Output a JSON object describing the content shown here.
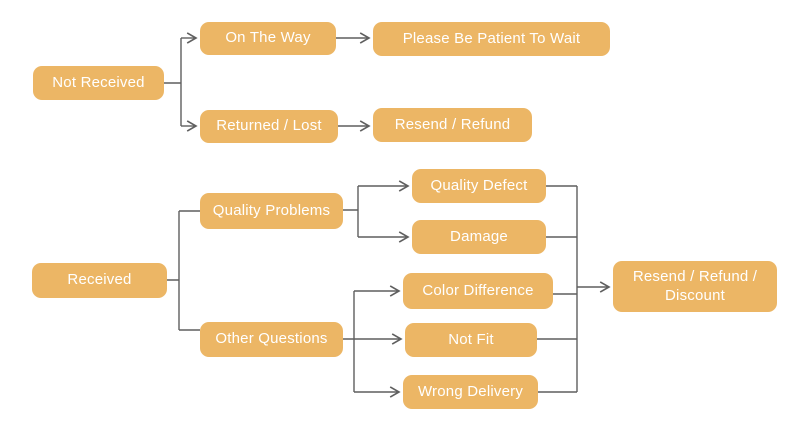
{
  "diagram": {
    "title": "After-sale / order issue resolution flowchart",
    "type": "flowchart",
    "colors": {
      "node_fill": "#ECB665",
      "node_text": "#FFFFFF",
      "line": "#5F5F5F",
      "background": "#FFFFFF"
    },
    "nodes": [
      {
        "id": "not-received",
        "label": "Not Received"
      },
      {
        "id": "on-the-way",
        "label": "On The Way"
      },
      {
        "id": "please-be-patient",
        "label": "Please Be Patient To Wait"
      },
      {
        "id": "returned-lost",
        "label": "Returned / Lost"
      },
      {
        "id": "resend-refund",
        "label": "Resend / Refund"
      },
      {
        "id": "received",
        "label": "Received"
      },
      {
        "id": "quality-problems",
        "label": "Quality Problems"
      },
      {
        "id": "quality-defect",
        "label": "Quality Defect"
      },
      {
        "id": "damage",
        "label": "Damage"
      },
      {
        "id": "other-questions",
        "label": "Other Questions"
      },
      {
        "id": "color-difference",
        "label": "Color Difference"
      },
      {
        "id": "not-fit",
        "label": "Not Fit"
      },
      {
        "id": "wrong-delivery",
        "label": "Wrong Delivery"
      },
      {
        "id": "resend-refund-discount",
        "label": "Resend / Refund / Discount"
      }
    ],
    "edges": [
      {
        "from": "Not Received",
        "to": "On The Way",
        "arrow": true
      },
      {
        "from": "Not Received",
        "to": "Returned / Lost",
        "arrow": true
      },
      {
        "from": "On The Way",
        "to": "Please Be Patient To Wait",
        "arrow": true
      },
      {
        "from": "Returned / Lost",
        "to": "Resend / Refund",
        "arrow": true
      },
      {
        "from": "Received",
        "to": "Quality Problems",
        "arrow": false
      },
      {
        "from": "Received",
        "to": "Other Questions",
        "arrow": false
      },
      {
        "from": "Quality Problems",
        "to": "Quality Defect",
        "arrow": true
      },
      {
        "from": "Quality Problems",
        "to": "Damage",
        "arrow": true
      },
      {
        "from": "Other Questions",
        "to": "Color Difference",
        "arrow": true
      },
      {
        "from": "Other Questions",
        "to": "Not Fit",
        "arrow": true
      },
      {
        "from": "Other Questions",
        "to": "Wrong Delivery",
        "arrow": true
      },
      {
        "from": "Quality Defect",
        "to": "Resend / Refund / Discount",
        "arrow": true
      },
      {
        "from": "Damage",
        "to": "Resend / Refund / Discount",
        "arrow": true
      },
      {
        "from": "Color Difference",
        "to": "Resend / Refund / Discount",
        "arrow": true
      },
      {
        "from": "Not Fit",
        "to": "Resend / Refund / Discount",
        "arrow": true
      },
      {
        "from": "Wrong Delivery",
        "to": "Resend / Refund / Discount",
        "arrow": true
      }
    ]
  }
}
